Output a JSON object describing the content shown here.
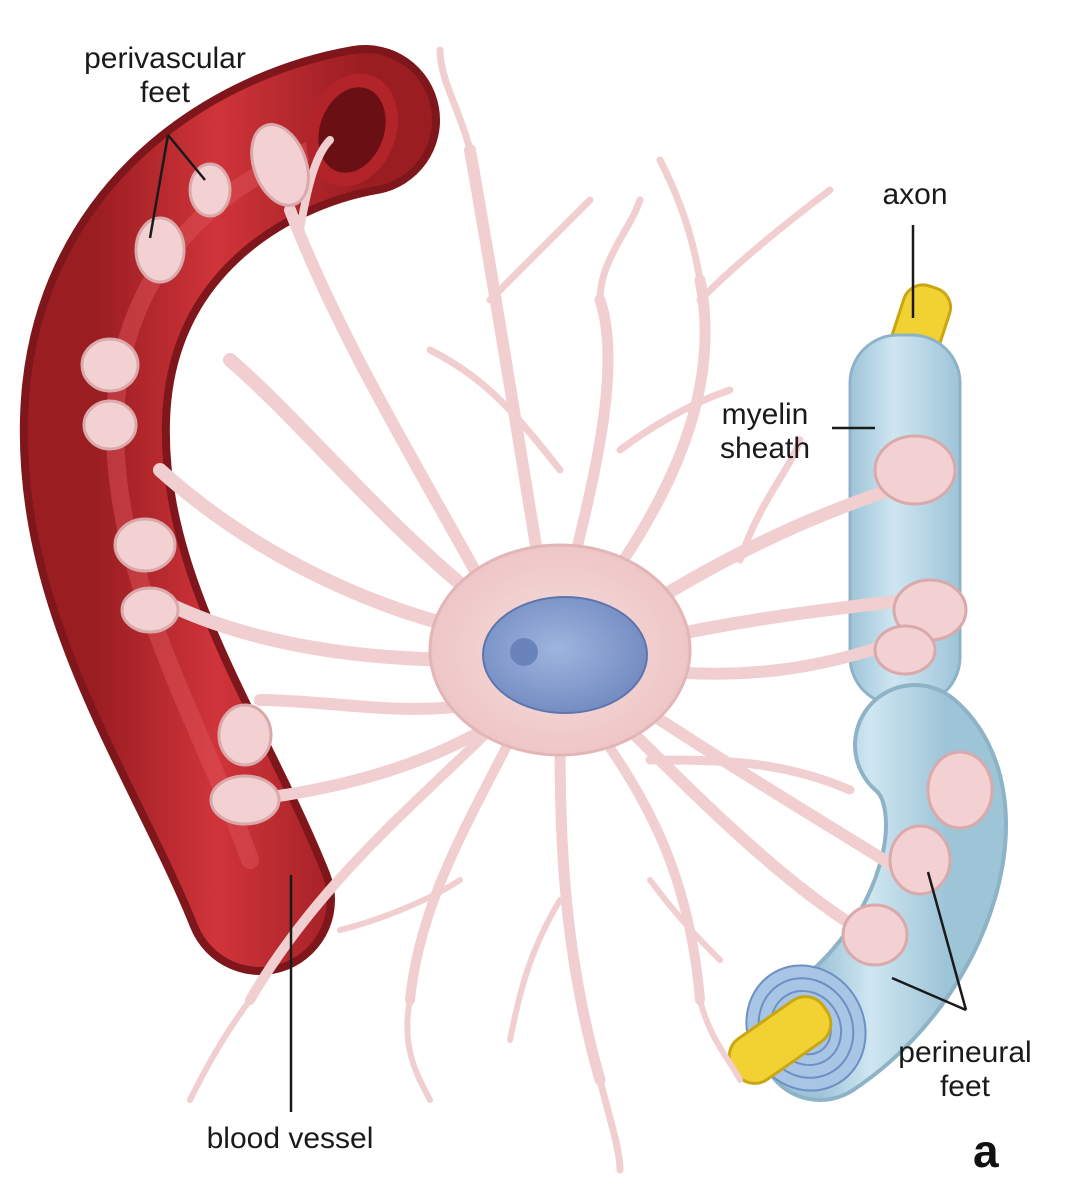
{
  "labels": {
    "perivascular": "perivascular\nfeet",
    "axon": "axon",
    "myelin": "myelin\nsheath",
    "blood_vessel": "blood vessel",
    "perineural": "perineural\nfeet"
  },
  "panel_letter": "a",
  "colors": {
    "background": "#ffffff",
    "vessel": "#c0272d",
    "vessel_dark": "#8e1a1f",
    "astrocyte": "#f4d3d3",
    "astrocyte_edge": "#d9a9ab",
    "nucleus": "#8ea5d3",
    "myelin": "#bcdbea",
    "axon": "#f2d232",
    "leader": "#1a1a1a"
  },
  "icons": [
    "blood-vessel",
    "astrocyte",
    "nucleus",
    "myelinated-axon"
  ]
}
